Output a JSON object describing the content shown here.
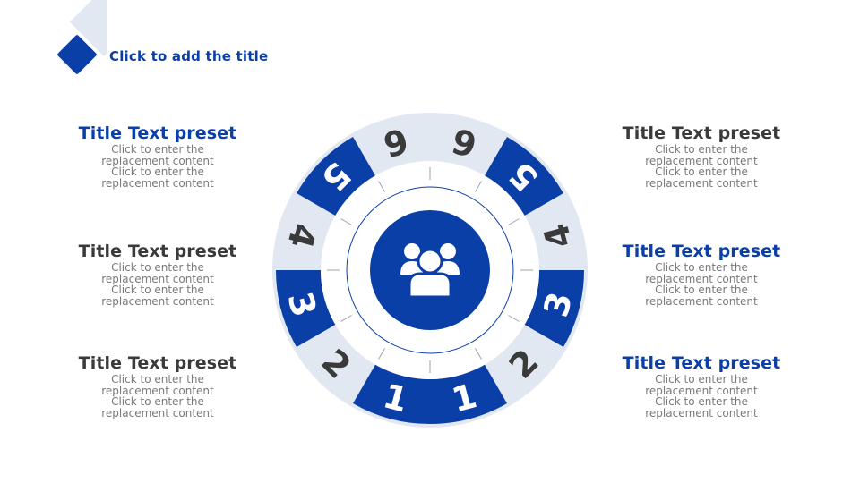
{
  "slide": {
    "title": "Click to add the title"
  },
  "colors": {
    "accent": "#0b3fa8",
    "light": "#e2e8f1",
    "dark_text": "#3a3a3a",
    "body_text": "#7a7a7a"
  },
  "center_icon": "team-users-icon",
  "wheel_segments": [
    {
      "label": "1",
      "highlight": true
    },
    {
      "label": "1",
      "highlight": true
    },
    {
      "label": "2",
      "highlight": false
    },
    {
      "label": "2",
      "highlight": false
    },
    {
      "label": "3",
      "highlight": true
    },
    {
      "label": "3",
      "highlight": true
    },
    {
      "label": "4",
      "highlight": false
    },
    {
      "label": "4",
      "highlight": false
    },
    {
      "label": "5",
      "highlight": true
    },
    {
      "label": "5",
      "highlight": true
    },
    {
      "label": "6",
      "highlight": false
    },
    {
      "label": "6",
      "highlight": false
    }
  ],
  "left_blocks": [
    {
      "title": "Title Text preset",
      "line1": "Click to enter the replacement content",
      "line2": "Click to enter the replacement content"
    },
    {
      "title": "Title Text preset",
      "line1": "Click to enter the replacement content",
      "line2": "Click to enter the replacement content"
    },
    {
      "title": "Title Text preset",
      "line1": "Click to enter the replacement content",
      "line2": "Click to enter the replacement content"
    }
  ],
  "right_blocks": [
    {
      "title": "Title Text preset",
      "line1": "Click to enter the replacement content",
      "line2": "Click to enter the replacement content"
    },
    {
      "title": "Title Text preset",
      "line1": "Click to enter the replacement content",
      "line2": "Click to enter the replacement content"
    },
    {
      "title": "Title Text preset",
      "line1": "Click to enter the replacement content",
      "line2": "Click to enter the replacement content"
    }
  ]
}
